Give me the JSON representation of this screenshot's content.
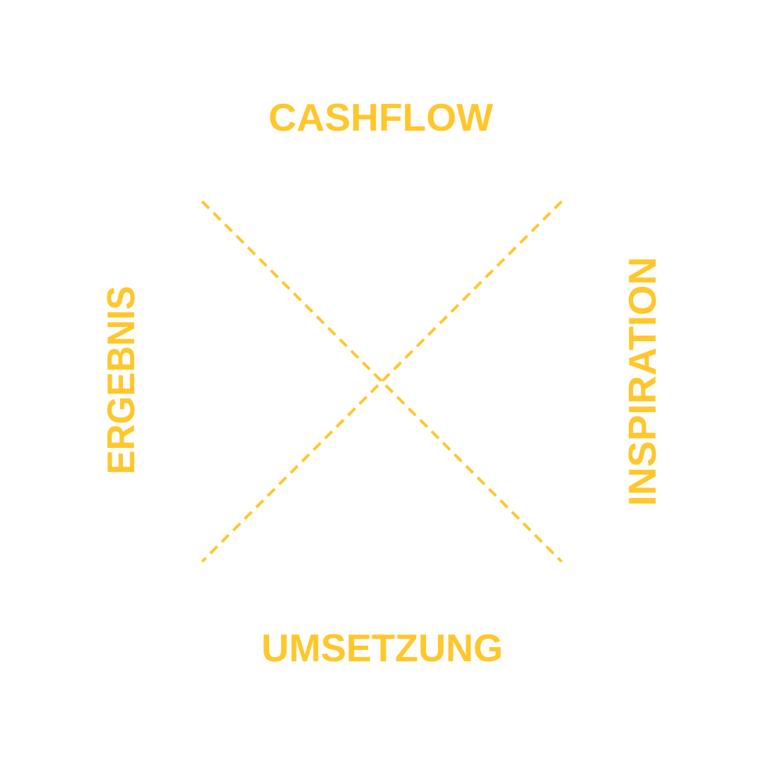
{
  "labels": {
    "top": "CASHFLOW",
    "bottom": "UMSETZUNG",
    "left": "ERGEBNIS",
    "right": "INSPIRATION"
  },
  "colors": {
    "accent": "#FFC72C",
    "background": "#FFFFFF"
  }
}
